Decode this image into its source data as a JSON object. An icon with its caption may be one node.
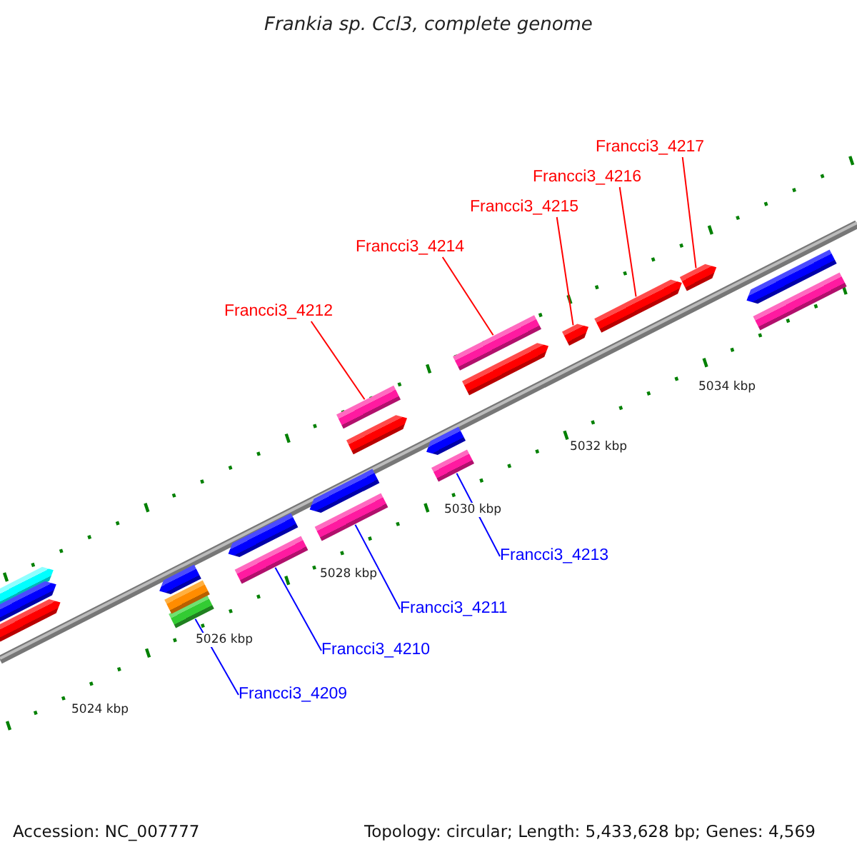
{
  "diagram": {
    "title": "Frankia sp. Ccl3, complete genome",
    "nodes": [
      {
        "text": [
          "Francci3_4217"
        ]
      },
      {
        "text": [],
        "shape": "bar"
      },
      {
        "text": [
          "Francci3_4216"
        ]
      },
      {
        "text": [],
        "shape": "bar"
      },
      {
        "text": [
          "Francci3_4215"
        ]
      },
      {
        "text": [],
        "shape": "bar"
      },
      {
        "text": [
          "Francci3_4214"
        ]
      },
      {
        "text": [],
        "shape": "bar"
      },
      {
        "text": [
          "Francci3_4212"
        ]
      },
      {
        "text": [],
        "shape": "bar"
      },
      {
        "text": [],
        "shape": "bar"
      },
      {
        "text": [
          "Francci3_4213"
        ]
      },
      {
        "text": [],
        "shape": "bar"
      },
      {
        "text": [
          "Francci3_4211"
        ]
      },
      {
        "text": [],
        "shape": "bar"
      },
      {
        "text": [
          "Francci3_4210"
        ]
      },
      {
        "text": [],
        "shape": "bar"
      },
      {
        "text": [
          "Francci3_4209"
        ]
      },
      {
        "text": [],
        "shape": "bar"
      },
      {
        "text": [],
        "shape": "bar"
      },
      {
        "text": [],
        "shape": "bar"
      },
      {
        "text": [],
        "shape": "bar"
      },
      {
        "text": [],
        "shape": "bar"
      },
      {
        "text": [],
        "shape": "bar"
      },
      {
        "text": [],
        "shape": "bar"
      },
      {
        "text": [],
        "shape": "bar"
      },
      {
        "text": [],
        "shape": "bar"
      },
      {
        "text": [],
        "shape": "bar"
      },
      {
        "text": [],
        "shape": "bar"
      },
      {
        "text": [],
        "shape": "bar"
      }
    ],
    "edges": [
      {
        "from": 0,
        "to": 1,
        "arrow": "none"
      },
      {
        "from": 2,
        "to": 3,
        "arrow": "none"
      },
      {
        "from": 4,
        "to": 5,
        "arrow": "none"
      },
      {
        "from": 6,
        "to": 7,
        "arrow": "none"
      },
      {
        "from": 8,
        "to": 9,
        "arrow": "none"
      },
      {
        "from": 11,
        "to": 12,
        "arrow": "none",
        "color": "#0000ff"
      },
      {
        "from": 13,
        "to": 14,
        "arrow": "none",
        "color": "#0000ff"
      },
      {
        "from": 15,
        "to": 16,
        "arrow": "none",
        "color": "#0000ff"
      },
      {
        "from": 17,
        "to": 10,
        "arrow": "none",
        "color": "#0000ff"
      }
    ],
    "labels": [
      "5034 kbp",
      "5032 kbp",
      "5030 kbp",
      "5028 kbp",
      "5026 kbp",
      "5024 kbp",
      "Accession: NC_007777",
      "Topology: circular; Length: 5,433,628 bp; Genes: 4,569"
    ]
  }
}
